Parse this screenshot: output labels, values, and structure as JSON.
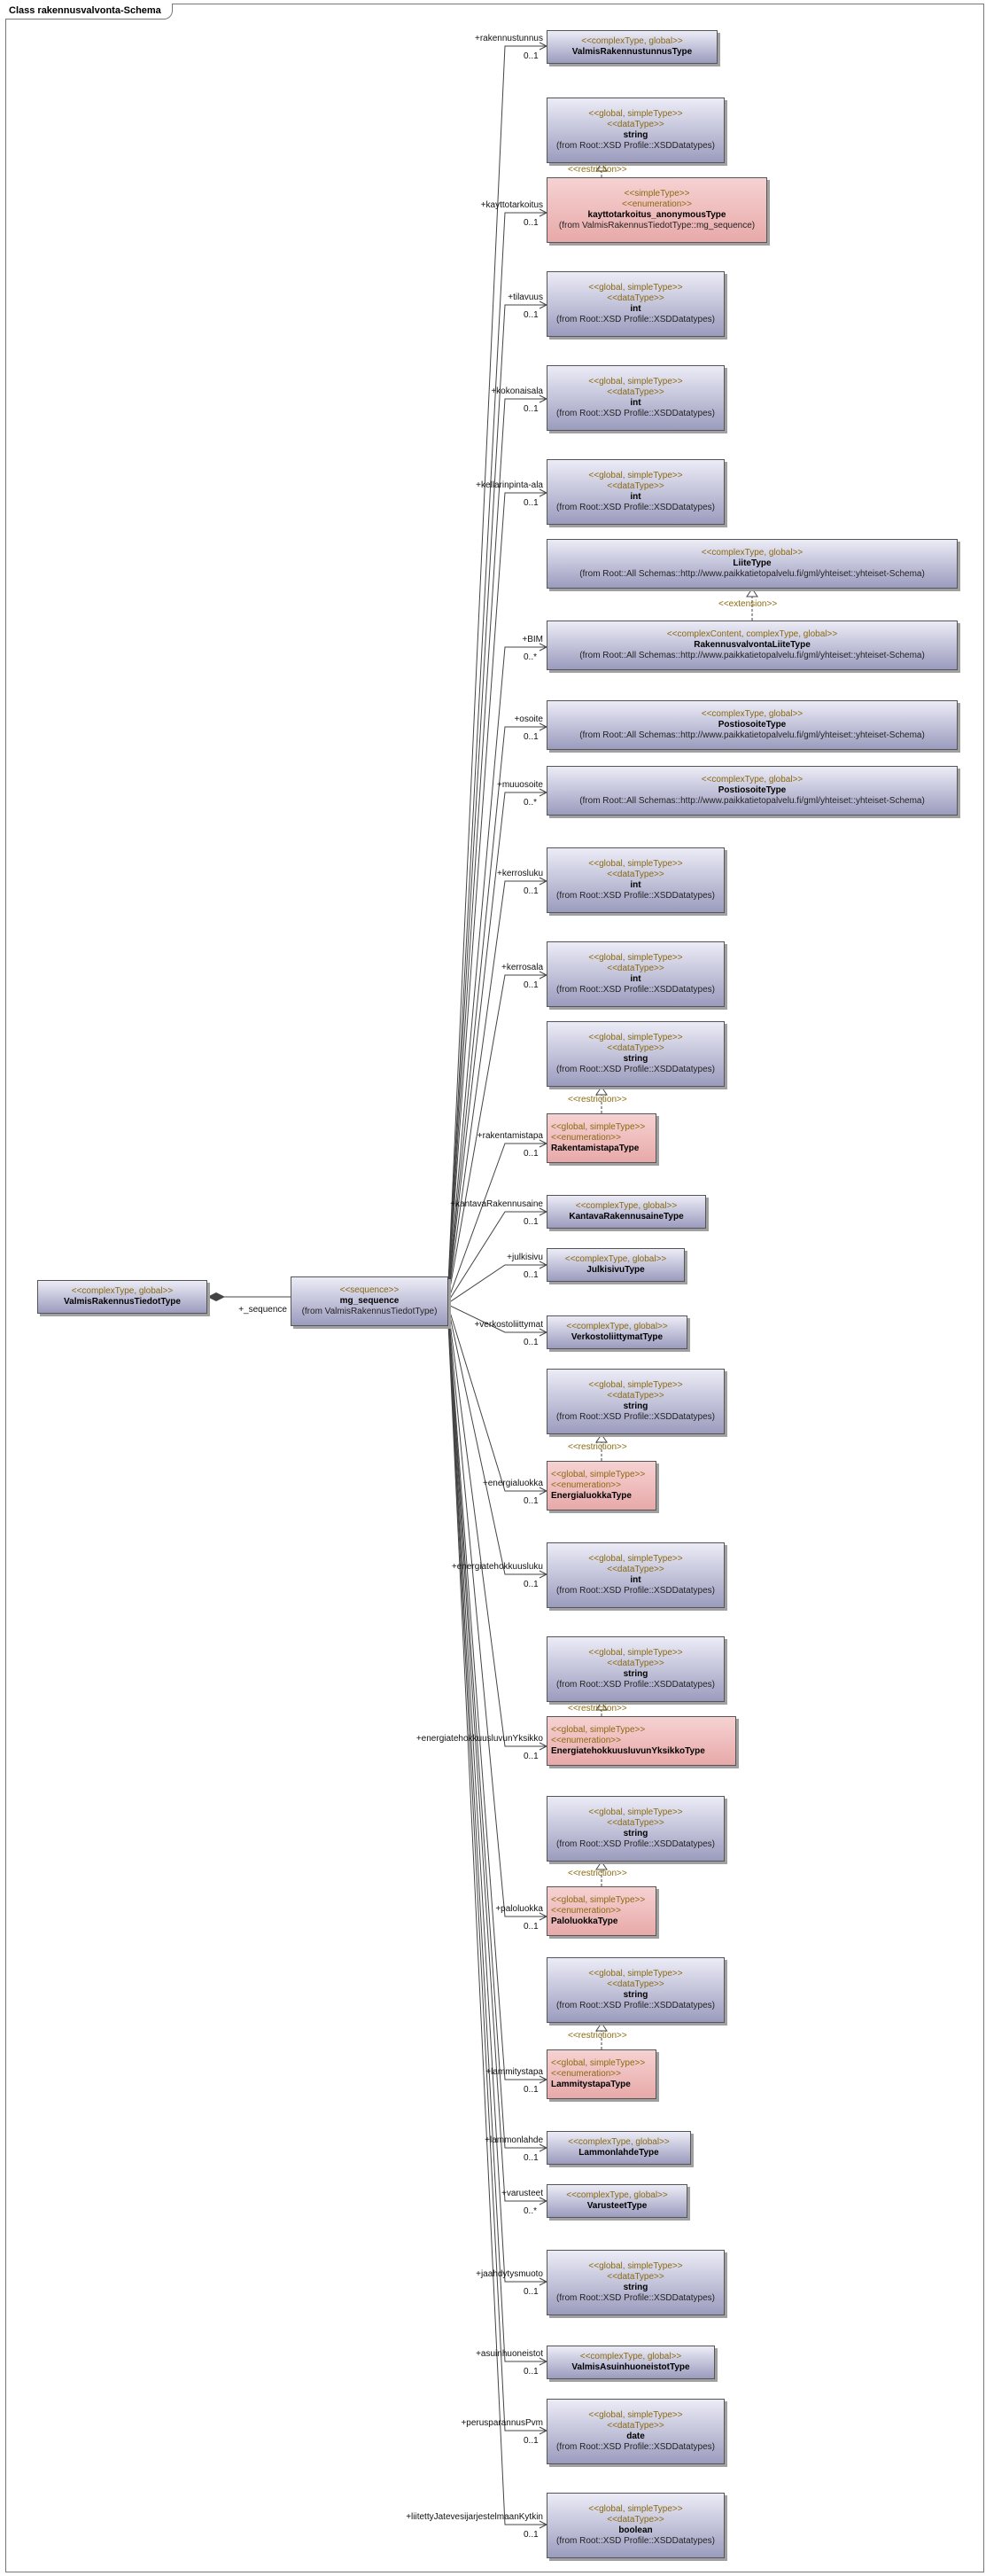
{
  "diagram_title": "Class rakennusvalvonta-Schema",
  "root": {
    "stereotype": "<<complexType, global>>",
    "name": "ValmisRakennusTiedotType"
  },
  "sequence": {
    "stereotype": "<<sequence>>",
    "name": "mg_sequence",
    "from": "(from ValmisRakennusTiedotType)",
    "role": "+_sequence"
  },
  "boxes": [
    {
      "s1": "<<complexType, global>>",
      "name": "ValmisRakennustunnusType"
    },
    {
      "s1": "<<global, simpleType>>",
      "s2": "<<dataType>>",
      "name": "string",
      "from": "(from Root::XSD Profile::XSDDatatypes)"
    },
    {
      "s1": "<<simpleType>>",
      "s2": "<<enumeration>>",
      "name": "kayttotarkoitus_anonymousType",
      "from": "(from ValmisRakennusTiedotType::mg_sequence)"
    },
    {
      "s1": "<<global, simpleType>>",
      "s2": "<<dataType>>",
      "name": "int",
      "from": "(from Root::XSD Profile::XSDDatatypes)"
    },
    {
      "s1": "<<global, simpleType>>",
      "s2": "<<dataType>>",
      "name": "int",
      "from": "(from Root::XSD Profile::XSDDatatypes)"
    },
    {
      "s1": "<<global, simpleType>>",
      "s2": "<<dataType>>",
      "name": "int",
      "from": "(from Root::XSD Profile::XSDDatatypes)"
    },
    {
      "s1": "<<complexType, global>>",
      "name": "LiiteType",
      "from": "(from Root::All Schemas::http://www.paikkatietopalvelu.fi/gml/yhteiset::yhteiset-Schema)"
    },
    {
      "s1": "<<complexContent, complexType, global>>",
      "name": "RakennusvalvontaLiiteType",
      "from": "(from Root::All Schemas::http://www.paikkatietopalvelu.fi/gml/yhteiset::yhteiset-Schema)"
    },
    {
      "s1": "<<complexType, global>>",
      "name": "PostiosoiteType",
      "from": "(from Root::All Schemas::http://www.paikkatietopalvelu.fi/gml/yhteiset::yhteiset-Schema)"
    },
    {
      "s1": "<<complexType, global>>",
      "name": "PostiosoiteType",
      "from": "(from Root::All Schemas::http://www.paikkatietopalvelu.fi/gml/yhteiset::yhteiset-Schema)"
    },
    {
      "s1": "<<global, simpleType>>",
      "s2": "<<dataType>>",
      "name": "int",
      "from": "(from Root::XSD Profile::XSDDatatypes)"
    },
    {
      "s1": "<<global, simpleType>>",
      "s2": "<<dataType>>",
      "name": "int",
      "from": "(from Root::XSD Profile::XSDDatatypes)"
    },
    {
      "s1": "<<global, simpleType>>",
      "s2": "<<dataType>>",
      "name": "string",
      "from": "(from Root::XSD Profile::XSDDatatypes)"
    },
    {
      "s1": "<<global, simpleType>>",
      "s2": "<<enumeration>>",
      "name": "RakentamistapaType"
    },
    {
      "s1": "<<complexType, global>>",
      "name": "KantavaRakennusaineType"
    },
    {
      "s1": "<<complexType, global>>",
      "name": "JulkisivuType"
    },
    {
      "s1": "<<complexType, global>>",
      "name": "VerkostoliittymatType"
    },
    {
      "s1": "<<global, simpleType>>",
      "s2": "<<dataType>>",
      "name": "string",
      "from": "(from Root::XSD Profile::XSDDatatypes)"
    },
    {
      "s1": "<<global, simpleType>>",
      "s2": "<<enumeration>>",
      "name": "EnergialuokkaType"
    },
    {
      "s1": "<<global, simpleType>>",
      "s2": "<<dataType>>",
      "name": "int",
      "from": "(from Root::XSD Profile::XSDDatatypes)"
    },
    {
      "s1": "<<global, simpleType>>",
      "s2": "<<dataType>>",
      "name": "string",
      "from": "(from Root::XSD Profile::XSDDatatypes)"
    },
    {
      "s1": "<<global, simpleType>>",
      "s2": "<<enumeration>>",
      "name": "EnergiatehokkuusluvunYksikkoType"
    },
    {
      "s1": "<<global, simpleType>>",
      "s2": "<<dataType>>",
      "name": "string",
      "from": "(from Root::XSD Profile::XSDDatatypes)"
    },
    {
      "s1": "<<global, simpleType>>",
      "s2": "<<enumeration>>",
      "name": "PaloluokkaType"
    },
    {
      "s1": "<<global, simpleType>>",
      "s2": "<<dataType>>",
      "name": "string",
      "from": "(from Root::XSD Profile::XSDDatatypes)"
    },
    {
      "s1": "<<global, simpleType>>",
      "s2": "<<enumeration>>",
      "name": "LammitystapaType"
    },
    {
      "s1": "<<complexType, global>>",
      "name": "LammonlahdeType"
    },
    {
      "s1": "<<complexType, global>>",
      "name": "VarusteetType"
    },
    {
      "s1": "<<global, simpleType>>",
      "s2": "<<dataType>>",
      "name": "string",
      "from": "(from Root::XSD Profile::XSDDatatypes)"
    },
    {
      "s1": "<<complexType, global>>",
      "name": "ValmisAsuinhuoneistotType"
    },
    {
      "s1": "<<global, simpleType>>",
      "s2": "<<dataType>>",
      "name": "date",
      "from": "(from Root::XSD Profile::XSDDatatypes)"
    },
    {
      "s1": "<<global, simpleType>>",
      "s2": "<<dataType>>",
      "name": "boolean",
      "from": "(from Root::XSD Profile::XSDDatatypes)"
    }
  ],
  "associations": [
    {
      "role": "+rakennustunnus",
      "mult": "0..1"
    },
    {
      "role": "+kayttotarkoitus",
      "mult": "0..1"
    },
    {
      "role": "+tilavuus",
      "mult": "0..1"
    },
    {
      "role": "+kokonaisala",
      "mult": "0..1"
    },
    {
      "role": "+kellarinpinta-ala",
      "mult": "0..1"
    },
    {
      "role": "+BIM",
      "mult": "0..*"
    },
    {
      "role": "+osoite",
      "mult": "0..1"
    },
    {
      "role": "+muuosoite",
      "mult": "0..*"
    },
    {
      "role": "+kerrosluku",
      "mult": "0..1"
    },
    {
      "role": "+kerrosala",
      "mult": "0..1"
    },
    {
      "role": "+rakentamistapa",
      "mult": "0..1"
    },
    {
      "role": "+kantavaRakennusaine",
      "mult": "0..1"
    },
    {
      "role": "+julkisivu",
      "mult": "0..1"
    },
    {
      "role": "+verkostoliittymat",
      "mult": "0..1"
    },
    {
      "role": "+energialuokka",
      "mult": "0..1"
    },
    {
      "role": "+energiatehokkuusluku",
      "mult": "0..1"
    },
    {
      "role": "+energiatehokkuusluvunYksikko",
      "mult": "0..1"
    },
    {
      "role": "+paloluokka",
      "mult": "0..1"
    },
    {
      "role": "+lammitystapa",
      "mult": "0..1"
    },
    {
      "role": "+lammonlahde",
      "mult": "0..1"
    },
    {
      "role": "+varusteet",
      "mult": "0..*"
    },
    {
      "role": "+jaahdytysmuoto",
      "mult": "0..1"
    },
    {
      "role": "+asuinhuoneistot",
      "mult": "0..1"
    },
    {
      "role": "+perusparannusPvm",
      "mult": "0..1"
    },
    {
      "role": "+liitettyJatevesijarjestelmaanKytkin",
      "mult": "0..1"
    }
  ],
  "relations": {
    "restriction": "<<restriction>>",
    "extension": "<<extension>>"
  }
}
